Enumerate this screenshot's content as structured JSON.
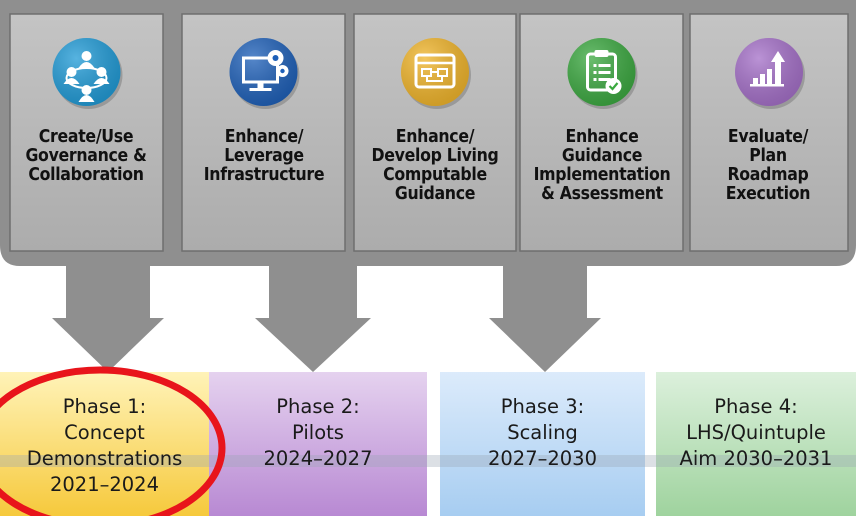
{
  "columns": [
    {
      "id": "governance",
      "icon": "people-network-icon",
      "color": "#1f9ad6",
      "lines": [
        "Create/Use",
        "Governance &",
        "Collaboration"
      ]
    },
    {
      "id": "infrastructure",
      "icon": "monitor-gears-icon",
      "color": "#1d5fb8",
      "lines": [
        "Enhance/",
        "Leverage",
        "Infrastructure"
      ]
    },
    {
      "id": "guidance",
      "icon": "flowchart-window-icon",
      "color": "#f0b429",
      "lines": [
        "Enhance/",
        "Develop Living",
        "Computable",
        "Guidance"
      ]
    },
    {
      "id": "implementation",
      "icon": "clipboard-check-icon",
      "color": "#3aa83f",
      "lines": [
        "Enhance",
        "Guidance",
        "Implementation",
        "& Assessment"
      ]
    },
    {
      "id": "roadmap",
      "icon": "bar-chart-up-icon",
      "color": "#a46fc8",
      "lines": [
        "Evaluate/",
        "Plan",
        "Roadmap",
        "Execution"
      ]
    }
  ],
  "phases": [
    {
      "id": "phase1",
      "lines": [
        "Phase 1:",
        "Concept",
        "Demonstrations",
        "2021–2024"
      ],
      "bg_top": "#fff3b8",
      "bg_bottom": "#f6c93c"
    },
    {
      "id": "phase2",
      "lines": [
        "Phase 2:",
        "Pilots",
        "2024–2027"
      ],
      "bg_top": "#e5d2ef",
      "bg_bottom": "#b889d3"
    },
    {
      "id": "phase3",
      "lines": [
        "Phase 3:",
        "Scaling",
        "2027–2030"
      ],
      "bg_top": "#dcebfb",
      "bg_bottom": "#a7cdf1"
    },
    {
      "id": "phase4",
      "lines": [
        "Phase 4:",
        "LHS/Quintuple",
        "Aim 2030–2031"
      ],
      "bg_top": "#dcf0dc",
      "bg_bottom": "#9fd39e"
    }
  ],
  "colors": {
    "banner": "#8f8f8f",
    "card": "#b9b9b9",
    "card_border": "#6f6f6f",
    "highlight_ring": "#e8141b"
  }
}
